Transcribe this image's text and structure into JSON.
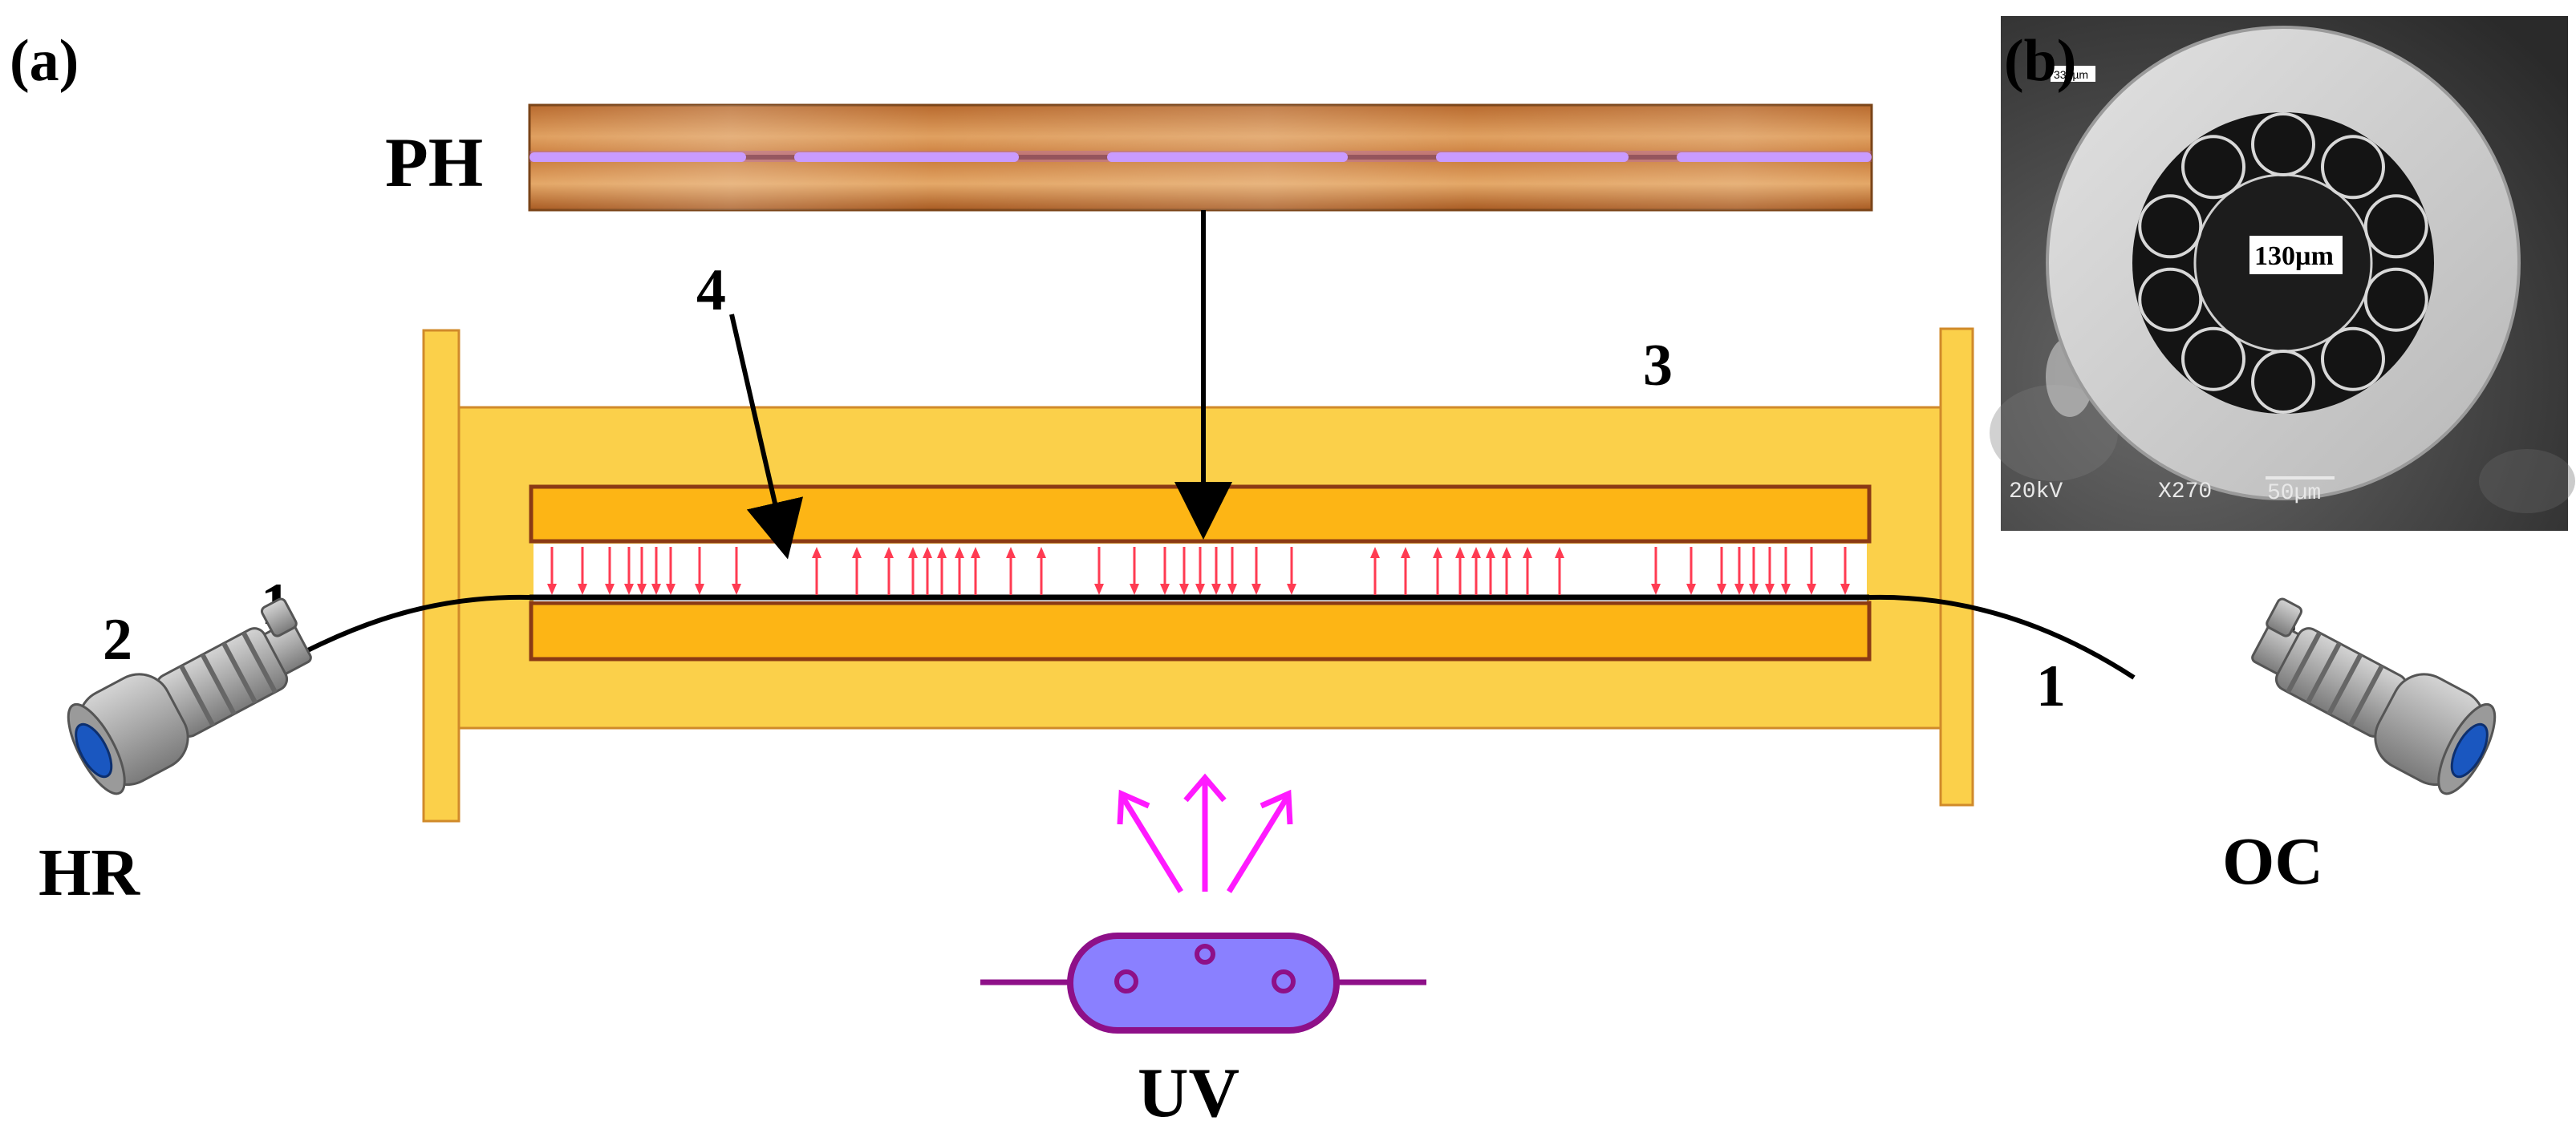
{
  "panel_a": {
    "label": "(a)",
    "ph_label": "PH",
    "uv_label": "UV",
    "hr_label": "HR",
    "oc_label": "OC",
    "fiber_label": "1",
    "connector_label": "2",
    "housing_label": "3",
    "grating_label": "4"
  },
  "panel_b": {
    "label": "(b)",
    "diameter_label": "130µm",
    "sem_voltage": "20kV",
    "sem_magnification": "X270",
    "sem_scale": "50µm",
    "sem_tag": "335µm"
  },
  "colors": {
    "housing": "#fbd04a",
    "housing_stroke": "#d08a2a",
    "plate": "#fdb515",
    "plate_stroke": "#8b3a14",
    "grating_arrow": "#ff3b52",
    "uv_lamp": "#8a80ff",
    "uv_stroke": "#8e1088",
    "uv_rays": "#ff1aff",
    "connector_cap": "#1a57c0",
    "copper": "#c87a3a",
    "sem_bg": "#4a4a4a"
  }
}
